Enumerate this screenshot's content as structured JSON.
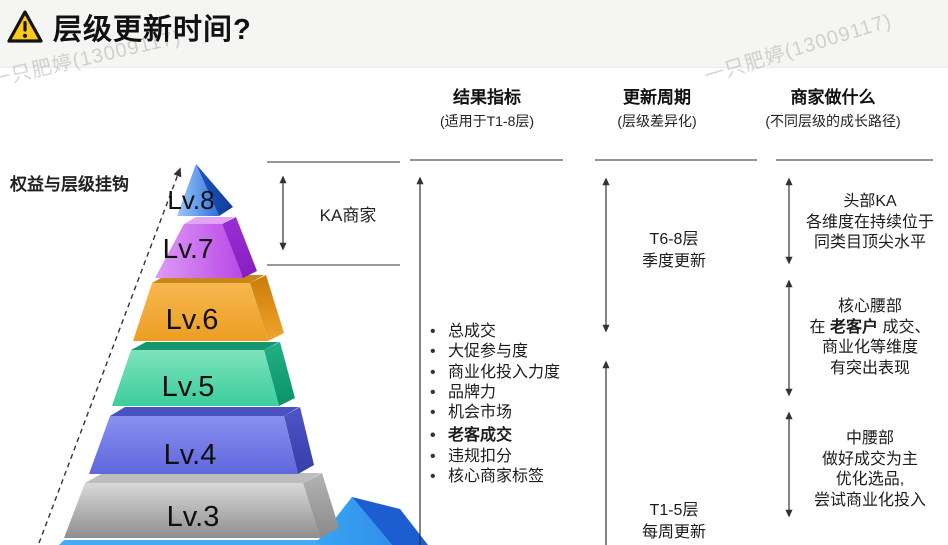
{
  "title": {
    "text": "层级更新时间?",
    "icon": "warning-triangle"
  },
  "watermark": {
    "text": "一只肥婷(13009117)"
  },
  "left_note": "权益与层级挂钩",
  "ka_label": "KA商家",
  "pyramid": {
    "levels": [
      {
        "label": "Lv.8",
        "color": "#3c7de8"
      },
      {
        "label": "Lv.7",
        "color": "#c35fec"
      },
      {
        "label": "Lv.6",
        "color": "#f0a733"
      },
      {
        "label": "Lv.5",
        "color": "#3ecf9e"
      },
      {
        "label": "Lv.4",
        "color": "#7078e6"
      },
      {
        "label": "Lv.3",
        "color": "#ababab"
      }
    ],
    "hidden_next_level_color": "#2f9bf2"
  },
  "columns": {
    "metrics": {
      "title": "结果指标",
      "subtitle": "(适用于T1-8层)",
      "items": [
        "总成交",
        "大促参与度",
        "商业化投入力度",
        "品牌力",
        "机会市场",
        "老客成交",
        "违规扣分",
        "核心商家标签"
      ]
    },
    "cycle": {
      "title": "更新周期",
      "subtitle": "(层级差异化)",
      "block1": {
        "line1": "T6-8层",
        "line2": "季度更新"
      },
      "block2": {
        "line1": "T1-5层",
        "line2": "每周更新"
      }
    },
    "actions": {
      "title": "商家做什么",
      "subtitle": "(不同层级的成长路径)",
      "block1": {
        "line1": "头部KA",
        "line2": "各维度在持续位于",
        "line3": "同类目顶尖水平"
      },
      "block2": {
        "line1": "核心腰部",
        "line2_prefix": "在 ",
        "line2_bold": "老客户",
        "line2_suffix": " 成交、",
        "line3": "商业化等维度",
        "line4": "有突出表现"
      },
      "block3": {
        "line1": "中腰部",
        "line2": "做好成交为主",
        "line3": "优化选品,",
        "line4": "尝试商业化投入"
      }
    }
  }
}
